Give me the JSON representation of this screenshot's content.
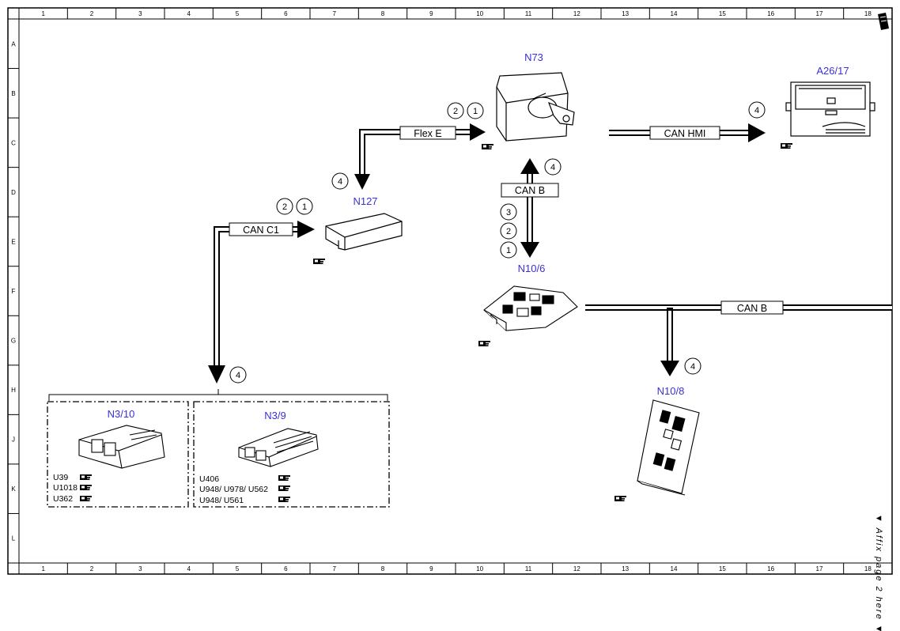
{
  "grid": {
    "columns": [
      "1",
      "2",
      "3",
      "4",
      "5",
      "6",
      "7",
      "8",
      "9",
      "10",
      "11",
      "12",
      "13",
      "14",
      "15",
      "16",
      "17",
      "18"
    ],
    "rows": [
      "A",
      "B",
      "C",
      "D",
      "E",
      "F",
      "G",
      "H",
      "J",
      "K",
      "L"
    ]
  },
  "components": {
    "n73": "N73",
    "a26_17": "A26/17",
    "n127": "N127",
    "n10_6": "N10/6",
    "n10_8": "N10/8",
    "n3_10": "N3/10",
    "n3_9": "N3/9"
  },
  "buses": {
    "flex_e": "Flex E",
    "can_hmi": "CAN HMI",
    "can_c1": "CAN C1",
    "can_b_upper": "CAN B",
    "can_b_right": "CAN B"
  },
  "markers": {
    "flex_2": "2",
    "flex_1": "1",
    "hmi_4": "4",
    "n127_4": "4",
    "c1_2": "2",
    "c1_1": "1",
    "canb_up_4": "4",
    "canb_3": "3",
    "canb_2": "2",
    "canb_1": "1",
    "n108_4": "4",
    "ecu_4": "4"
  },
  "codes": {
    "n3_10": [
      "U39",
      "U1018",
      "U362"
    ],
    "n3_9": [
      "U406",
      "U948/ U978/ U562",
      "U948/ U561"
    ]
  },
  "side_note": "▼ Affix page 2 here ▼",
  "icons": [
    "page-reference-icon",
    "page-fold-icon"
  ]
}
